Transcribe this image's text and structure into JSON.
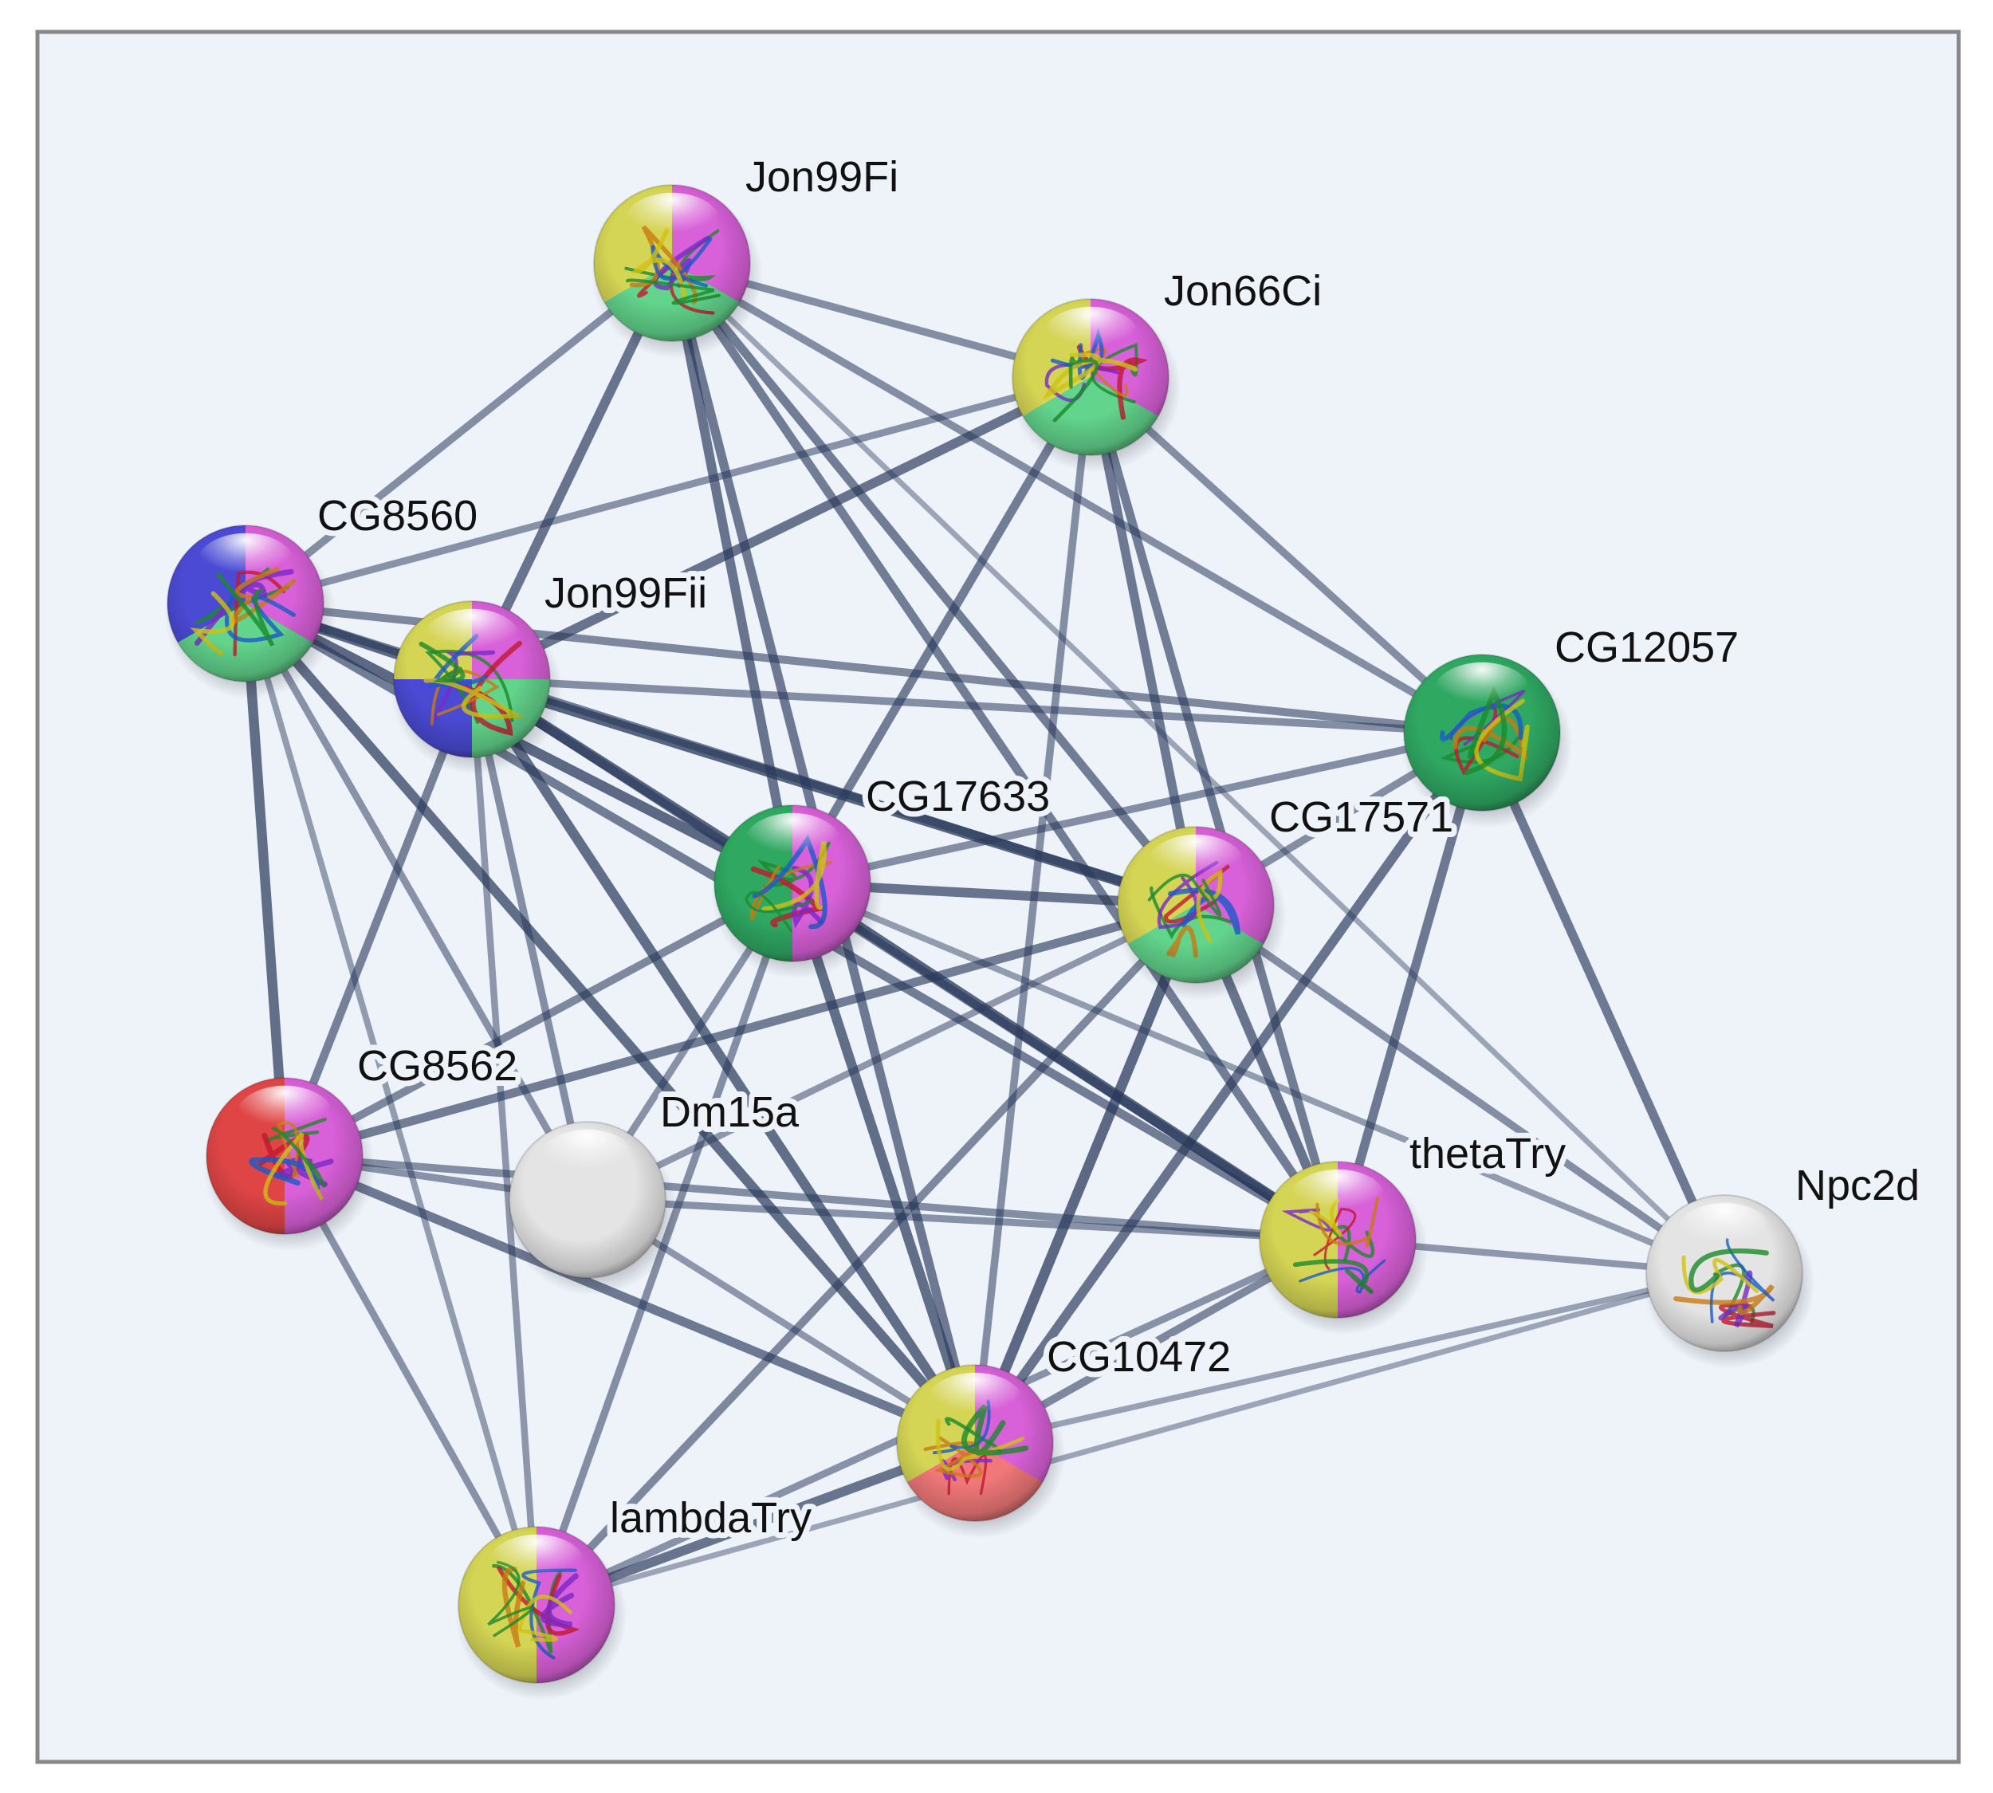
{
  "network": {
    "background": "#eef3fa",
    "border_color": "#888888",
    "edge_color": "#2b3a5c",
    "nodes": [
      {
        "id": "Jon99Fi",
        "label": "Jon99Fi",
        "colors": [
          "#d4d455",
          "#d860d8",
          "#62d48c"
        ],
        "structure": true
      },
      {
        "id": "Jon66Ci",
        "label": "Jon66Ci",
        "colors": [
          "#d4d455",
          "#d860d8",
          "#62d48c"
        ],
        "structure": true
      },
      {
        "id": "CG8560",
        "label": "CG8560",
        "colors": [
          "#4a4ad4",
          "#d860d8",
          "#62d48c"
        ],
        "structure": true
      },
      {
        "id": "Jon99Fii",
        "label": "Jon99Fii",
        "colors": [
          "#d4d455",
          "#d860d8",
          "#62d48c",
          "#4a4ad4"
        ],
        "structure": true
      },
      {
        "id": "CG12057",
        "label": "CG12057",
        "colors": [
          "#2fa862"
        ],
        "structure": true
      },
      {
        "id": "CG17633",
        "label": "CG17633",
        "colors": [
          "#2fa862",
          "#d860d8"
        ],
        "structure": true
      },
      {
        "id": "CG17571",
        "label": "CG17571",
        "colors": [
          "#d4d455",
          "#d860d8",
          "#62d48c"
        ],
        "structure": true
      },
      {
        "id": "CG8562",
        "label": "CG8562",
        "colors": [
          "#e04545",
          "#d860d8"
        ],
        "structure": true
      },
      {
        "id": "Dm15a",
        "label": "Dm15a",
        "colors": [
          "#e4e4e4"
        ],
        "structure": false
      },
      {
        "id": "thetaTry",
        "label": "thetaTry",
        "colors": [
          "#d4d455",
          "#d860d8"
        ],
        "structure": true
      },
      {
        "id": "Npc2d",
        "label": "Npc2d",
        "colors": [
          "#e4e4e4"
        ],
        "structure": true
      },
      {
        "id": "CG10472",
        "label": "CG10472",
        "colors": [
          "#d4d455",
          "#d860d8",
          "#f07878"
        ],
        "structure": true
      },
      {
        "id": "lambdaTry",
        "label": "lambdaTry",
        "colors": [
          "#d4d455",
          "#d860d8"
        ],
        "structure": true
      }
    ],
    "edges": [
      {
        "source": "Jon99Fi",
        "target": "Jon66Ci",
        "weight": 0.55
      },
      {
        "source": "Jon99Fi",
        "target": "CG8560",
        "weight": 0.55
      },
      {
        "source": "Jon99Fi",
        "target": "Jon99Fii",
        "weight": 0.8
      },
      {
        "source": "Jon99Fi",
        "target": "CG12057",
        "weight": 0.55
      },
      {
        "source": "Jon99Fi",
        "target": "CG17633",
        "weight": 0.8
      },
      {
        "source": "Jon99Fi",
        "target": "CG17571",
        "weight": 0.7
      },
      {
        "source": "Jon99Fi",
        "target": "thetaTry",
        "weight": 0.7
      },
      {
        "source": "Jon99Fi",
        "target": "CG10472",
        "weight": 0.75
      },
      {
        "source": "Jon99Fi",
        "target": "Npc2d",
        "weight": 0.3
      },
      {
        "source": "Jon66Ci",
        "target": "CG8560",
        "weight": 0.5
      },
      {
        "source": "Jon66Ci",
        "target": "Jon99Fii",
        "weight": 0.8
      },
      {
        "source": "Jon66Ci",
        "target": "CG12057",
        "weight": 0.55
      },
      {
        "source": "Jon66Ci",
        "target": "CG17633",
        "weight": 0.7
      },
      {
        "source": "Jon66Ci",
        "target": "CG17571",
        "weight": 0.75
      },
      {
        "source": "Jon66Ci",
        "target": "thetaTry",
        "weight": 0.7
      },
      {
        "source": "Jon66Ci",
        "target": "CG10472",
        "weight": 0.55
      },
      {
        "source": "CG8560",
        "target": "Jon99Fii",
        "weight": 0.9
      },
      {
        "source": "CG8560",
        "target": "CG12057",
        "weight": 0.6
      },
      {
        "source": "CG8560",
        "target": "CG17633",
        "weight": 0.9
      },
      {
        "source": "CG8560",
        "target": "CG17571",
        "weight": 0.7
      },
      {
        "source": "CG8560",
        "target": "CG8562",
        "weight": 0.85
      },
      {
        "source": "CG8560",
        "target": "Dm15a",
        "weight": 0.5
      },
      {
        "source": "CG8560",
        "target": "thetaTry",
        "weight": 0.7
      },
      {
        "source": "CG8560",
        "target": "CG10472",
        "weight": 0.85
      },
      {
        "source": "CG8560",
        "target": "lambdaTry",
        "weight": 0.4
      },
      {
        "source": "Jon99Fii",
        "target": "CG12057",
        "weight": 0.55
      },
      {
        "source": "Jon99Fii",
        "target": "CG17633",
        "weight": 0.95
      },
      {
        "source": "Jon99Fii",
        "target": "CG17571",
        "weight": 0.95
      },
      {
        "source": "Jon99Fii",
        "target": "CG8562",
        "weight": 0.65
      },
      {
        "source": "Jon99Fii",
        "target": "Dm15a",
        "weight": 0.55
      },
      {
        "source": "Jon99Fii",
        "target": "thetaTry",
        "weight": 0.75
      },
      {
        "source": "Jon99Fii",
        "target": "CG10472",
        "weight": 0.85
      },
      {
        "source": "Jon99Fii",
        "target": "lambdaTry",
        "weight": 0.45
      },
      {
        "source": "CG12057",
        "target": "CG17633",
        "weight": 0.55
      },
      {
        "source": "CG12057",
        "target": "CG17571",
        "weight": 0.55
      },
      {
        "source": "CG12057",
        "target": "thetaTry",
        "weight": 0.75
      },
      {
        "source": "CG12057",
        "target": "CG10472",
        "weight": 0.8
      },
      {
        "source": "CG12057",
        "target": "Npc2d",
        "weight": 0.75
      },
      {
        "source": "CG17633",
        "target": "CG17571",
        "weight": 0.8
      },
      {
        "source": "CG17633",
        "target": "CG8562",
        "weight": 0.6
      },
      {
        "source": "CG17633",
        "target": "Dm15a",
        "weight": 0.5
      },
      {
        "source": "CG17633",
        "target": "thetaTry",
        "weight": 0.95
      },
      {
        "source": "CG17633",
        "target": "CG10472",
        "weight": 0.85
      },
      {
        "source": "CG17633",
        "target": "lambdaTry",
        "weight": 0.55
      },
      {
        "source": "CG17633",
        "target": "Npc2d",
        "weight": 0.4
      },
      {
        "source": "CG17571",
        "target": "CG8562",
        "weight": 0.7
      },
      {
        "source": "CG17571",
        "target": "Dm15a",
        "weight": 0.45
      },
      {
        "source": "CG17571",
        "target": "thetaTry",
        "weight": 0.8
      },
      {
        "source": "CG17571",
        "target": "CG10472",
        "weight": 0.9
      },
      {
        "source": "CG17571",
        "target": "lambdaTry",
        "weight": 0.6
      },
      {
        "source": "CG17571",
        "target": "Npc2d",
        "weight": 0.55
      },
      {
        "source": "CG8562",
        "target": "Dm15a",
        "weight": 0.5
      },
      {
        "source": "CG8562",
        "target": "thetaTry",
        "weight": 0.55
      },
      {
        "source": "CG8562",
        "target": "CG10472",
        "weight": 0.75
      },
      {
        "source": "CG8562",
        "target": "lambdaTry",
        "weight": 0.5
      },
      {
        "source": "Dm15a",
        "target": "thetaTry",
        "weight": 0.5
      },
      {
        "source": "Dm15a",
        "target": "CG10472",
        "weight": 0.45
      },
      {
        "source": "thetaTry",
        "target": "CG10472",
        "weight": 0.6
      },
      {
        "source": "thetaTry",
        "target": "lambdaTry",
        "weight": 0.5
      },
      {
        "source": "thetaTry",
        "target": "Npc2d",
        "weight": 0.45
      },
      {
        "source": "CG10472",
        "target": "lambdaTry",
        "weight": 0.8
      },
      {
        "source": "CG10472",
        "target": "Npc2d",
        "weight": 0.35
      },
      {
        "source": "lambdaTry",
        "target": "Npc2d",
        "weight": 0.3
      }
    ]
  }
}
